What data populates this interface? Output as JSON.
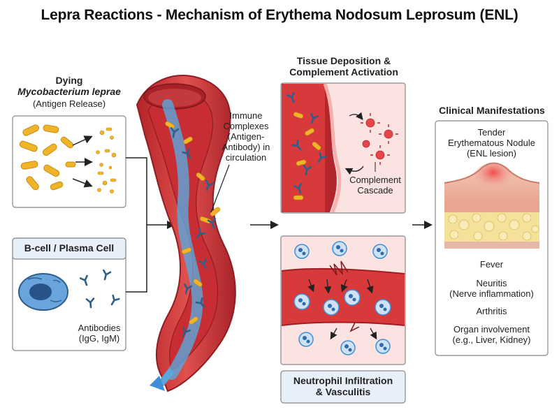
{
  "title": "Lepra Reactions - Mechanism of Erythema Nodosum Leprosum (ENL)",
  "bacteria": {
    "line1": "Dying",
    "line2": "Mycobacterium leprae",
    "line3": "(Antigen Release)"
  },
  "bcell": {
    "header": "B-cell / Plasma Cell",
    "antibodies_line1": "Antibodies",
    "antibodies_line2": "(IgG, IgM)"
  },
  "immune_complexes": [
    "Immune",
    "Complexes",
    "(Antigen-",
    "Antibody) in",
    "circulation"
  ],
  "tissue": {
    "title_line1": "Tissue Deposition &",
    "title_line2": "Complement Activation",
    "complement_line1": "Complement",
    "complement_line2": "Cascade"
  },
  "neutrophil": {
    "line1": "Neutrophil Infiltration",
    "line2": "& Vasculitis"
  },
  "clinical": {
    "title": "Clinical Manifestations",
    "nodule_line1": "Tender",
    "nodule_line2": "Erythematous Nodule",
    "nodule_line3": "(ENL lesion)",
    "fever": "Fever",
    "neuritis_line1": "Neuritis",
    "neuritis_line2": "(Nerve inflammation)",
    "arthritis": "Arthritis",
    "organ_line1": "Organ involvement",
    "organ_line2": "(e.g., Liver, Kidney)"
  },
  "colors": {
    "vessel": "#d8393a",
    "vessel_dark": "#9e1f24",
    "bacteria": "#f0b429",
    "antibody": "#2e5f8a",
    "flow": "#5aa7dc",
    "neutrophil": "#3f8fd6",
    "panel_border": "#888888",
    "header_fill": "#e7eff9"
  },
  "icons": [
    "arrow-icon",
    "antibody-icon",
    "bacteria-icon",
    "cell-icon",
    "neutrophil-icon",
    "complement-icon"
  ]
}
